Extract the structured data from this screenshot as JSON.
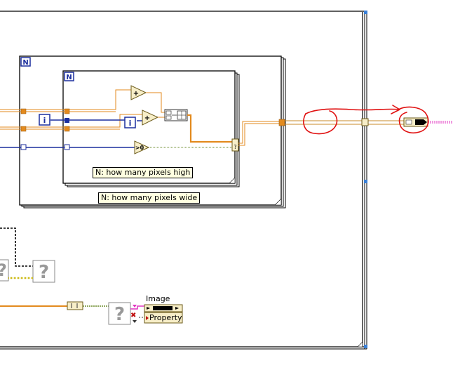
{
  "loops": {
    "outer": {
      "label": "N",
      "note": "N: how many pixels wide"
    },
    "inner": {
      "label": "N",
      "note": "N: how many pixels high"
    }
  },
  "terminals": {
    "iteration_inner": "i",
    "iteration_outer": "i"
  },
  "nodes": {
    "add_top": "+",
    "add_bottom": "+",
    "greater_than_zero": ">0",
    "unknown_vi": "?"
  },
  "property_node": {
    "class_label": "Image",
    "property_label": "Property"
  },
  "colors": {
    "wire_orange": "#e38a1e",
    "wire_blue": "#1c2f9e",
    "wire_pink": "#e035c0",
    "wire_green": "#6a8a2a",
    "annotation_red": "#e01010",
    "structure_border": "#000000",
    "case_frame_blue": "#3a7fd5"
  }
}
